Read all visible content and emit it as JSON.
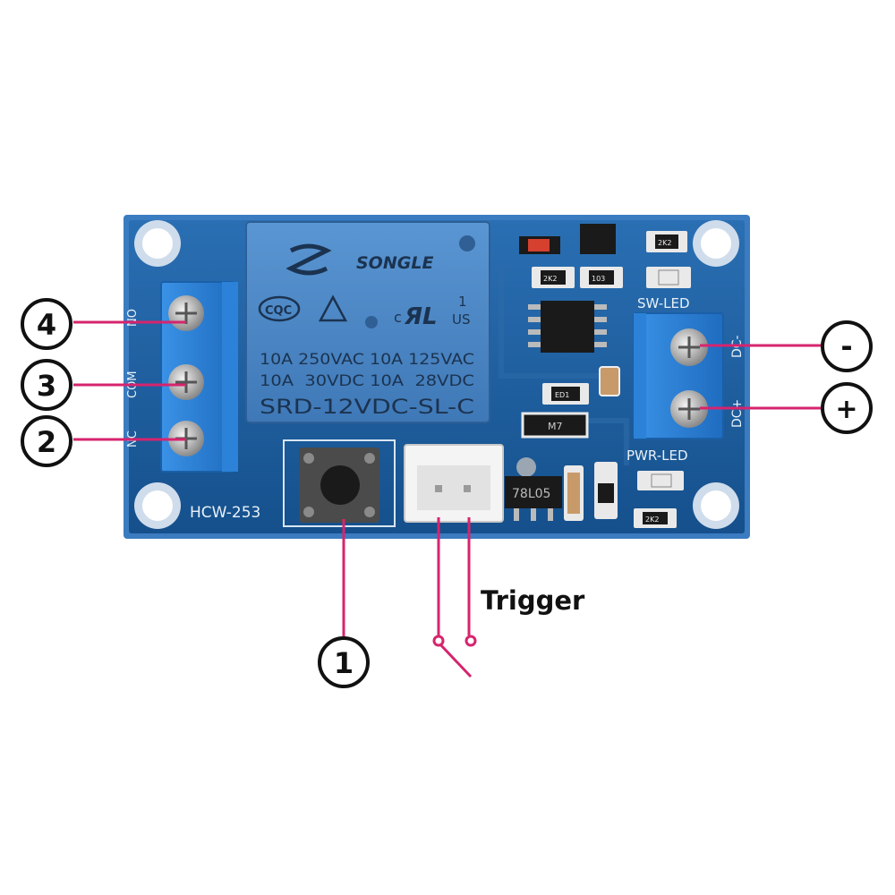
{
  "board": {
    "model": "HCW-253",
    "sw_led_label": "SW-LED",
    "pwr_led_label": "PWR-LED",
    "dc_minus_label": "DC-",
    "dc_plus_label": "DC+",
    "relay_terminal_labels": [
      "NO",
      "COM",
      "NC"
    ],
    "regulator_label": "78L05",
    "chip_label": "M7",
    "diode_label": "ED1",
    "colors": {
      "pcb": "#1d5d9b",
      "pcb_edge": "#3b7cc0",
      "relay": "#4a86c5",
      "terminal": "#2a7fd4",
      "callout_line": "#d6246e"
    }
  },
  "relay": {
    "brand": "SONGLE",
    "cert_cqc": "CQC",
    "cert_ul": "c",
    "cert_us": "US",
    "cert_num": "1",
    "rating_line_1": "10A 250VAC 10A 125VAC",
    "rating_line_2": "10A  30VDC 10A  28VDC",
    "model": "SRD-12VDC-SL-C"
  },
  "callouts": {
    "left": [
      "4",
      "3",
      "2"
    ],
    "bottom": "1",
    "right_minus": "-",
    "right_plus": "+",
    "trigger": "Trigger"
  },
  "smd_labels": [
    "2K2",
    "2K2",
    "103",
    "2K2"
  ]
}
